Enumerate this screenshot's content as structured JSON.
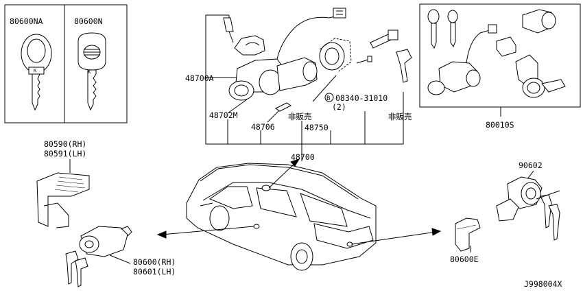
{
  "labels": {
    "key_na": "80600NA",
    "key_n": "80600N",
    "assy_48700a": "48700A",
    "assy_48702m": "48702M",
    "assy_48706": "48706",
    "assy_48750": "48750",
    "assy_48700": "48700",
    "bolt_code": "08340-31010",
    "bolt_qty": "(2)",
    "bolt_mark": "B",
    "not_for_sale_1": "非販売",
    "not_for_sale_2": "非販売",
    "kit_80010s": "80010S",
    "door_rh": "80590(RH)",
    "door_lh": "80591(LH)",
    "cyl_rh": "80600(RH)",
    "cyl_lh": "80601(LH)",
    "back_90602": "90602",
    "back_80600e": "80600E",
    "diagram_id": "J998004X"
  }
}
